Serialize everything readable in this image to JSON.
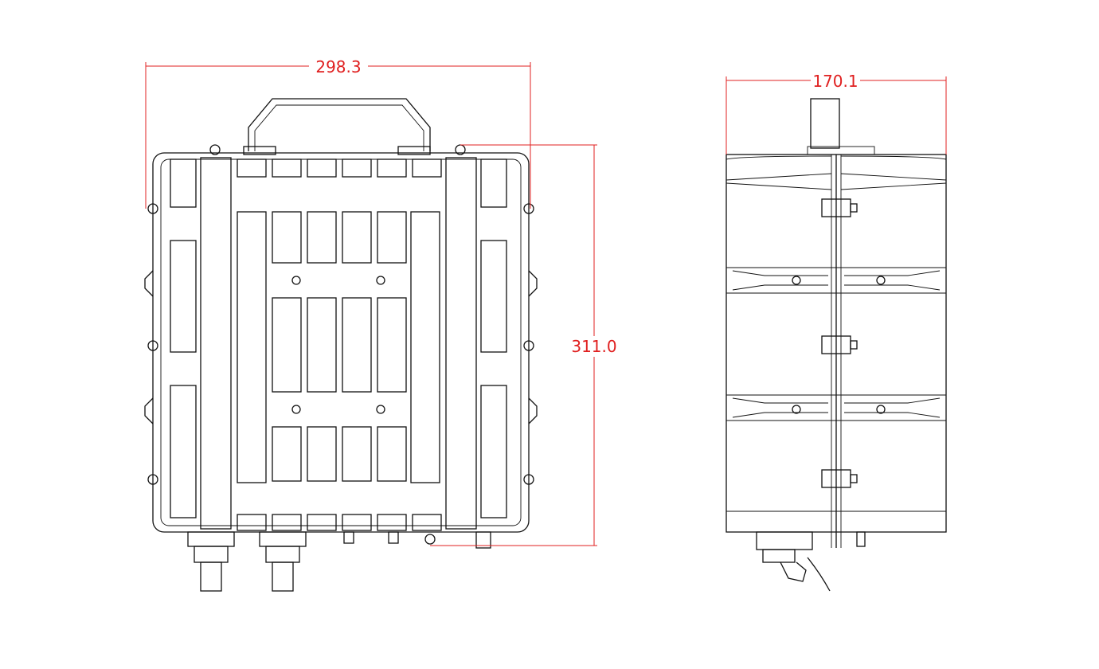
{
  "drawing": {
    "front_view": {
      "width_dimension": "298.3",
      "height_dimension": "311.0"
    },
    "side_view": {
      "depth_dimension": "170.1"
    },
    "colors": {
      "outline": "#111111",
      "dimension": "#e02020",
      "background": "#ffffff"
    }
  }
}
